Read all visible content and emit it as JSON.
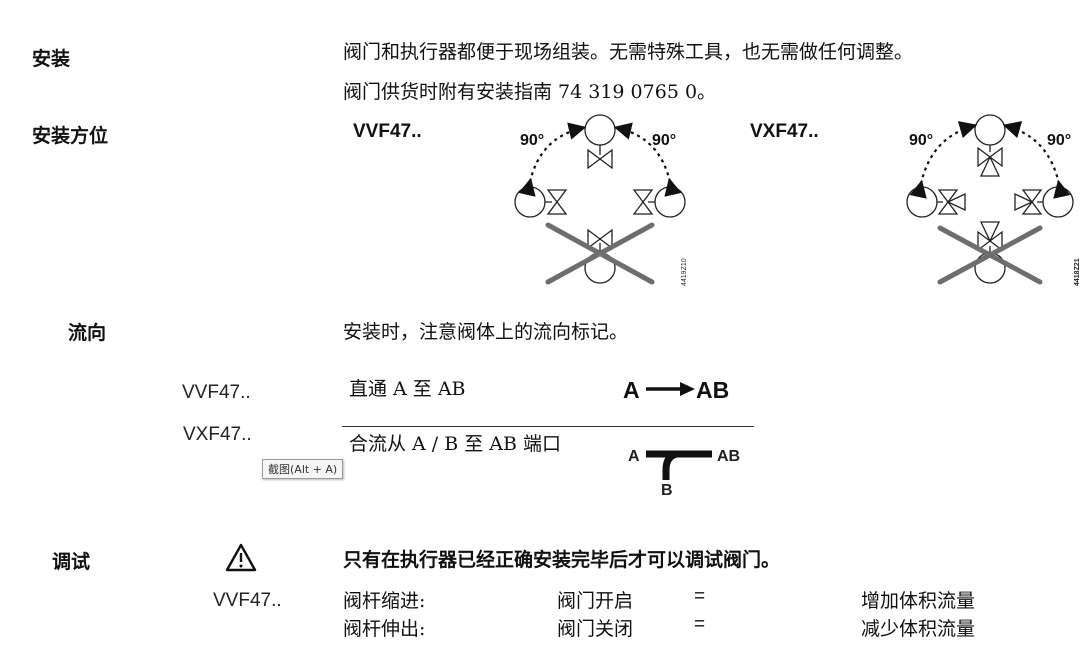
{
  "install": {
    "heading": "安装",
    "line1": "阀门和执行器都便于现场组装。无需特殊工具，也无需做任何调整。",
    "line2": "阀门供货时附有安装指南 74 319 0765 0。"
  },
  "orientation": {
    "heading": "安装方位",
    "vvf_label": "VVF47..",
    "vxf_label": "VXF47..",
    "angle": "90°",
    "vvf_code": "4419Z10",
    "vxf_code": "4418Z21"
  },
  "flow": {
    "heading": "流向",
    "intro": "安装时，注意阀体上的流向标记。",
    "rows": [
      {
        "model": "VVF47..",
        "text": "直通 A 至 AB",
        "from": "A",
        "to": "AB"
      },
      {
        "model": "VXF47..",
        "text": "合流从 A / B 至 AB 端口",
        "in_a": "A",
        "out": "AB",
        "in_b": "B"
      }
    ],
    "tooltip": "截图(Alt + A)"
  },
  "commissioning": {
    "heading": "调试",
    "warning_icon": "warning-triangle-icon",
    "warning_text": "只有在执行器已经正确安装完毕后才可以调试阀门。",
    "model": "VVF47..",
    "rows": [
      {
        "col1": "阀杆缩进:",
        "col2": "阀门开启",
        "eq": "=",
        "col3": "增加体积流量"
      },
      {
        "col1": "阀杆伸出:",
        "col2": "阀门关闭",
        "eq": "=",
        "col3": "减少体积流量"
      }
    ]
  }
}
